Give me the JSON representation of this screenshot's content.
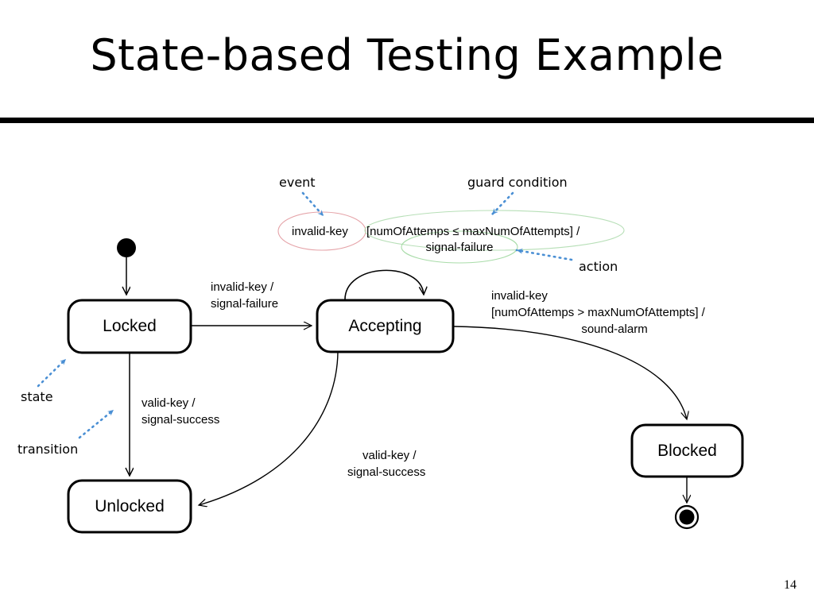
{
  "slide": {
    "title": "State-based Testing Example",
    "page_number": "14"
  },
  "states": [
    {
      "id": "locked",
      "label": "Locked"
    },
    {
      "id": "accepting",
      "label": "Accepting"
    },
    {
      "id": "unlocked",
      "label": "Unlocked"
    },
    {
      "id": "blocked",
      "label": "Blocked"
    }
  ],
  "pseudostates": [
    {
      "id": "initial",
      "kind": "initial-state"
    },
    {
      "id": "final",
      "kind": "final-state"
    }
  ],
  "transitions": [
    {
      "id": "initial-to-locked",
      "from": "initial",
      "to": "locked",
      "label": ""
    },
    {
      "id": "locked-to-accepting",
      "from": "locked",
      "to": "accepting",
      "label_line1": "invalid-key /",
      "label_line2": "signal-failure"
    },
    {
      "id": "accepting-self",
      "from": "accepting",
      "to": "accepting",
      "event": "invalid-key",
      "guard": "[numOfAttemps ≤ maxNumOfAttempts] /",
      "action": "signal-failure"
    },
    {
      "id": "locked-to-unlocked",
      "from": "locked",
      "to": "unlocked",
      "label_line1": "valid-key /",
      "label_line2": "signal-success"
    },
    {
      "id": "accepting-to-unlocked",
      "from": "accepting",
      "to": "unlocked",
      "label_line1": "valid-key /",
      "label_line2": "signal-success"
    },
    {
      "id": "accepting-to-blocked",
      "from": "accepting",
      "to": "blocked",
      "label_line1": "invalid-key",
      "label_line2": "[numOfAttemps > maxNumOfAttempts] /",
      "label_line3": "sound-alarm"
    },
    {
      "id": "blocked-to-final",
      "from": "blocked",
      "to": "final",
      "label": ""
    }
  ],
  "annotations": [
    {
      "id": "event",
      "label": "event"
    },
    {
      "id": "guard-condition",
      "label": "guard condition"
    },
    {
      "id": "action",
      "label": "action"
    },
    {
      "id": "state",
      "label": "state"
    },
    {
      "id": "transition",
      "label": "transition"
    }
  ],
  "colors": {
    "stroke": "#000000",
    "background": "#ffffff",
    "annotation_arrow": "#4a8fd4",
    "event_highlight": "#e8a8a8",
    "guard_highlight": "#a8d8a8",
    "action_highlight": "#a8d8a8"
  }
}
